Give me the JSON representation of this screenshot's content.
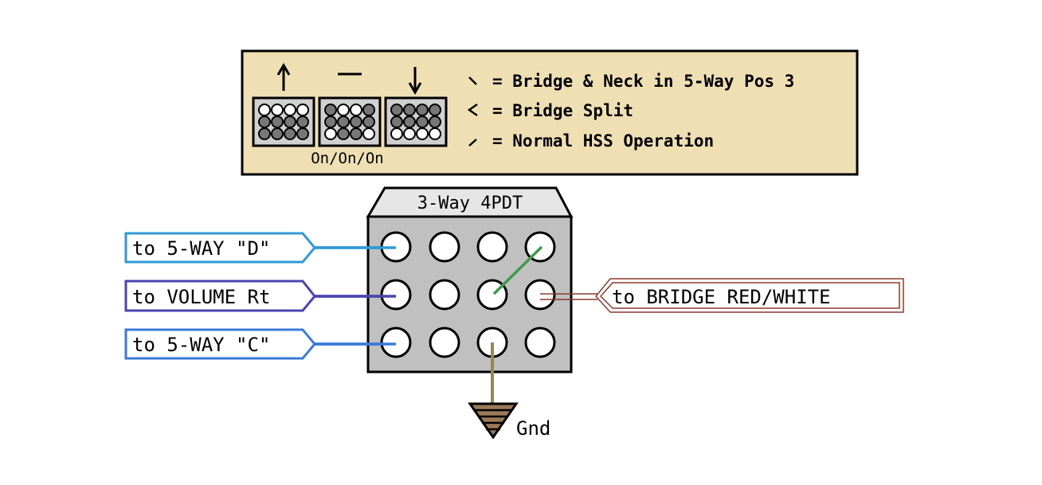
{
  "legend": {
    "switch_positions": [
      {
        "name": "up",
        "arrow": "↑"
      },
      {
        "name": "center",
        "arrow": "—"
      },
      {
        "name": "down",
        "arrow": "↓"
      }
    ],
    "switch_type_label": "On/On/On",
    "entries": [
      {
        "symbol": "\\",
        "text": "= Bridge & Neck in 5-Way Pos 3"
      },
      {
        "symbol": "<",
        "text": "= Bridge Split"
      },
      {
        "symbol": "/",
        "text": "= Normal HSS Operation"
      }
    ]
  },
  "switch": {
    "title": "3-Way 4PDT",
    "rows": 3,
    "cols": 4
  },
  "connections": {
    "left": [
      {
        "label": "to 5-WAY \"D\"",
        "color": "#2f9ad6"
      },
      {
        "label": "to VOLUME Rt",
        "color": "#4a44b0"
      },
      {
        "label": "to 5-WAY \"C\"",
        "color": "#3a7ad8"
      }
    ],
    "right": [
      {
        "label": "to BRIDGE RED/WHITE",
        "color": "#8b3a2e"
      }
    ],
    "jumper_color": "#3f9a4a",
    "ground": {
      "label": "Gnd",
      "color": "#9a8458"
    }
  },
  "colors": {
    "legend_bg": "#efe0b4",
    "switch_body": "#c0c0c0",
    "switch_top": "#e6e6e6"
  }
}
